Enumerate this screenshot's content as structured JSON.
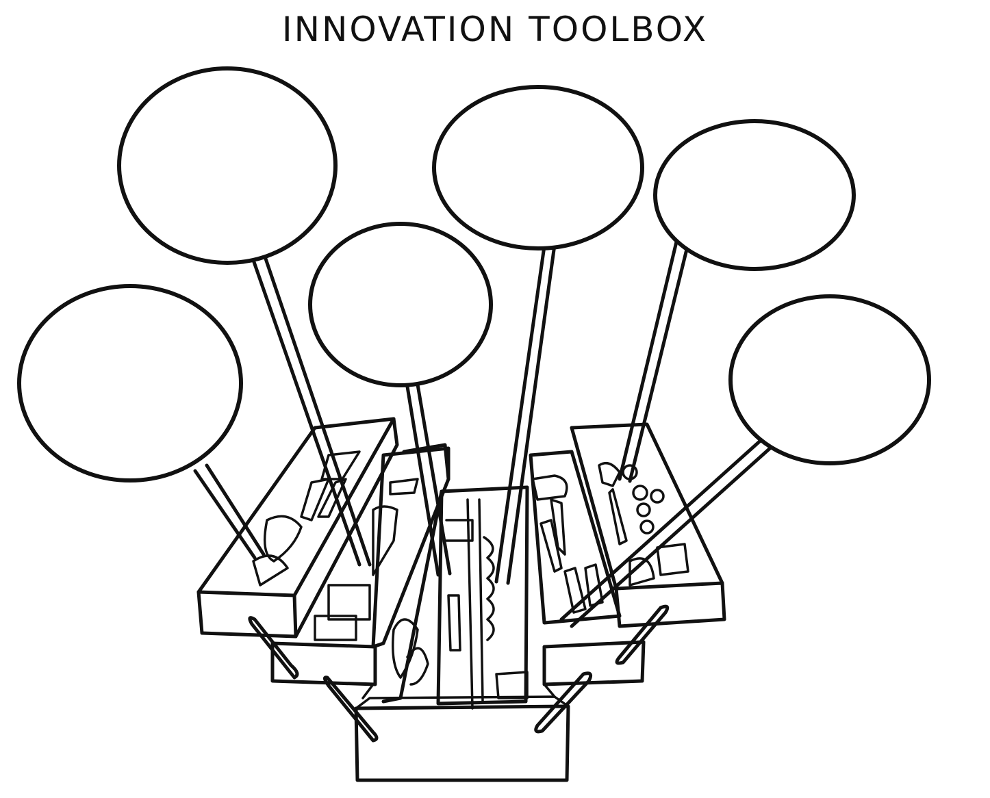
{
  "title": "INNOVATION TOOLBOX",
  "bubbles": [
    {
      "id": "bubble-1",
      "text": ""
    },
    {
      "id": "bubble-2",
      "text": ""
    },
    {
      "id": "bubble-3",
      "text": ""
    },
    {
      "id": "bubble-4",
      "text": ""
    },
    {
      "id": "bubble-5",
      "text": ""
    },
    {
      "id": "bubble-6",
      "text": ""
    }
  ],
  "colors": {
    "ink": "#111111",
    "paper": "#ffffff"
  }
}
